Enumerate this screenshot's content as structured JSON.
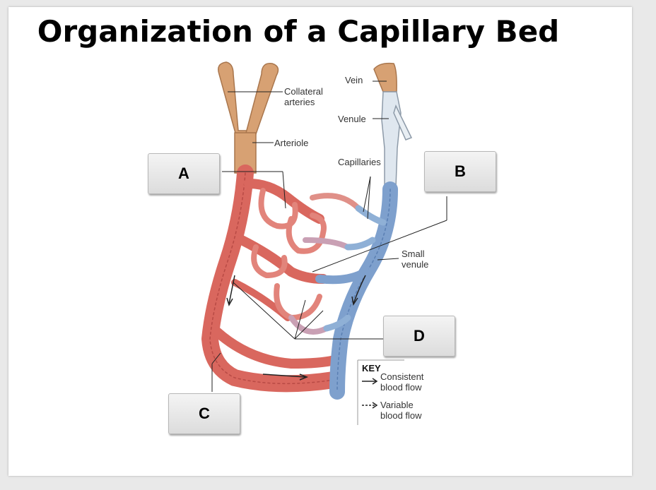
{
  "title": "Organization of a Capillary Bed",
  "boxes": {
    "a": "A",
    "b": "B",
    "c": "C",
    "d": "D"
  },
  "labels": {
    "collateral": "Collateral arteries",
    "collateral_l1": "Collateral",
    "collateral_l2": "arteries",
    "arteriole": "Arteriole",
    "vein": "Vein",
    "venule": "Venule",
    "capillaries": "Capillaries",
    "small_venule_l1": "Small",
    "small_venule_l2": "venule"
  },
  "key": {
    "title": "KEY",
    "consistent_l1": "Consistent",
    "consistent_l2": "blood flow",
    "variable_l1": "Variable",
    "variable_l2": "blood flow"
  },
  "colors": {
    "artery": "#d9675e",
    "artery_dark": "#b84a45",
    "vein": "#7ea0cd",
    "vein_dark": "#5a7fb3",
    "collateral": "#d7a173",
    "venule_pale": "#dfe7ef"
  }
}
